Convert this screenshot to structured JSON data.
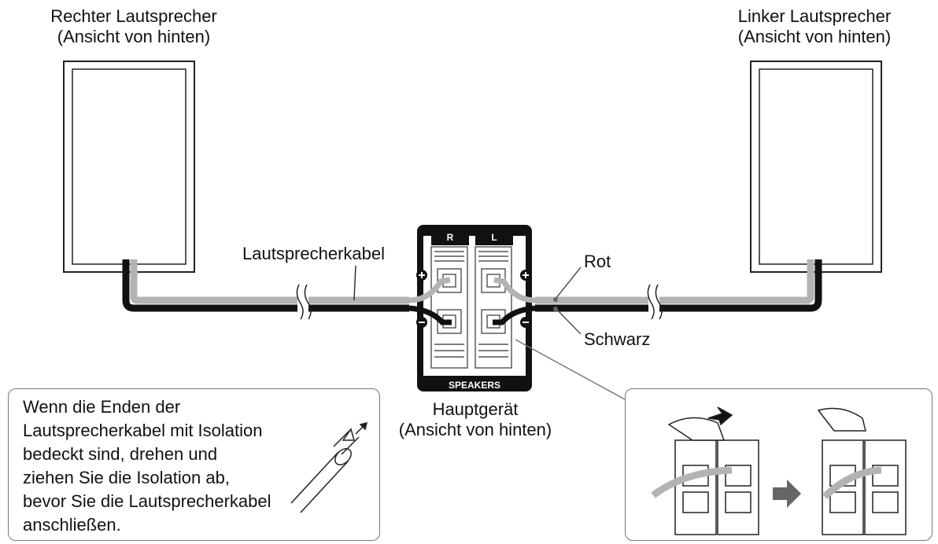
{
  "labels": {
    "right_speaker": [
      "Rechter Lautsprecher",
      "(Ansicht von hinten)"
    ],
    "left_speaker": [
      "Linker Lautsprecher",
      "(Ansicht von hinten)"
    ],
    "speaker_cable": "Lautsprecherkabel",
    "red": "Rot",
    "black": "Schwarz",
    "main_unit": [
      "Hauptgerät",
      "(Ansicht von hinten)"
    ]
  },
  "terminal_panel": {
    "right": "R",
    "left": "L",
    "footer": "SPEAKERS",
    "plus": "+",
    "minus": "−"
  },
  "note": [
    "Wenn die Enden der",
    "Lautsprecherkabel mit Isolation",
    "bedeckt sind, drehen und",
    "ziehen Sie die Isolation ab,",
    "bevor Sie die Lautsprecherkabel",
    "anschließen."
  ],
  "colors": {
    "cable_gray": "#b3b3b3",
    "cable_black": "#111111",
    "panel_black": "#111111",
    "outline": "#333333"
  }
}
